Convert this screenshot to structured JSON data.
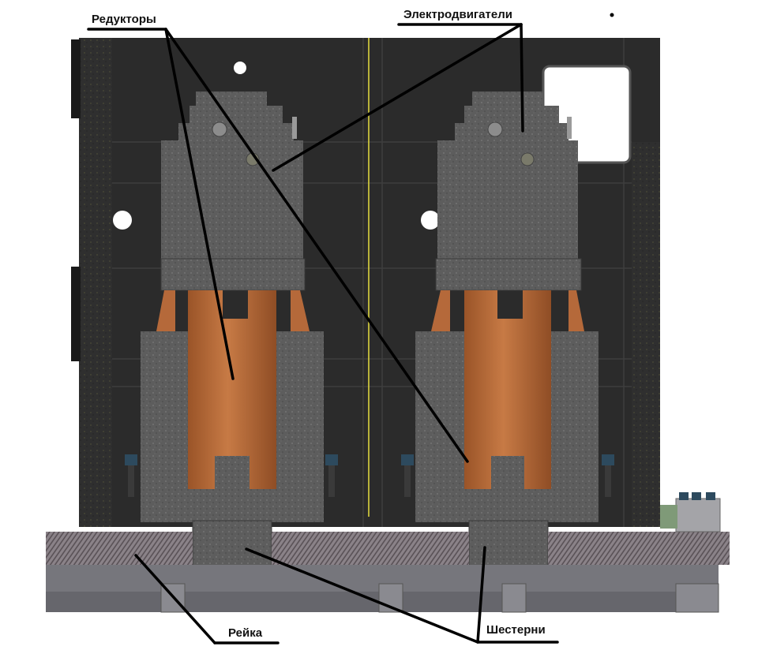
{
  "labels": {
    "reducers": "Редукторы",
    "motors": "Электродвигатели",
    "rack": "Рейка",
    "gears": "Шестерни"
  },
  "colors": {
    "frame_dark": "#2a2a2a",
    "cast_iron": "#5f5f5f",
    "copper_motor": "#b5693a",
    "rack_base": "#7a7a80",
    "guide_line": "#e8e040",
    "leader_line": "#000000"
  }
}
